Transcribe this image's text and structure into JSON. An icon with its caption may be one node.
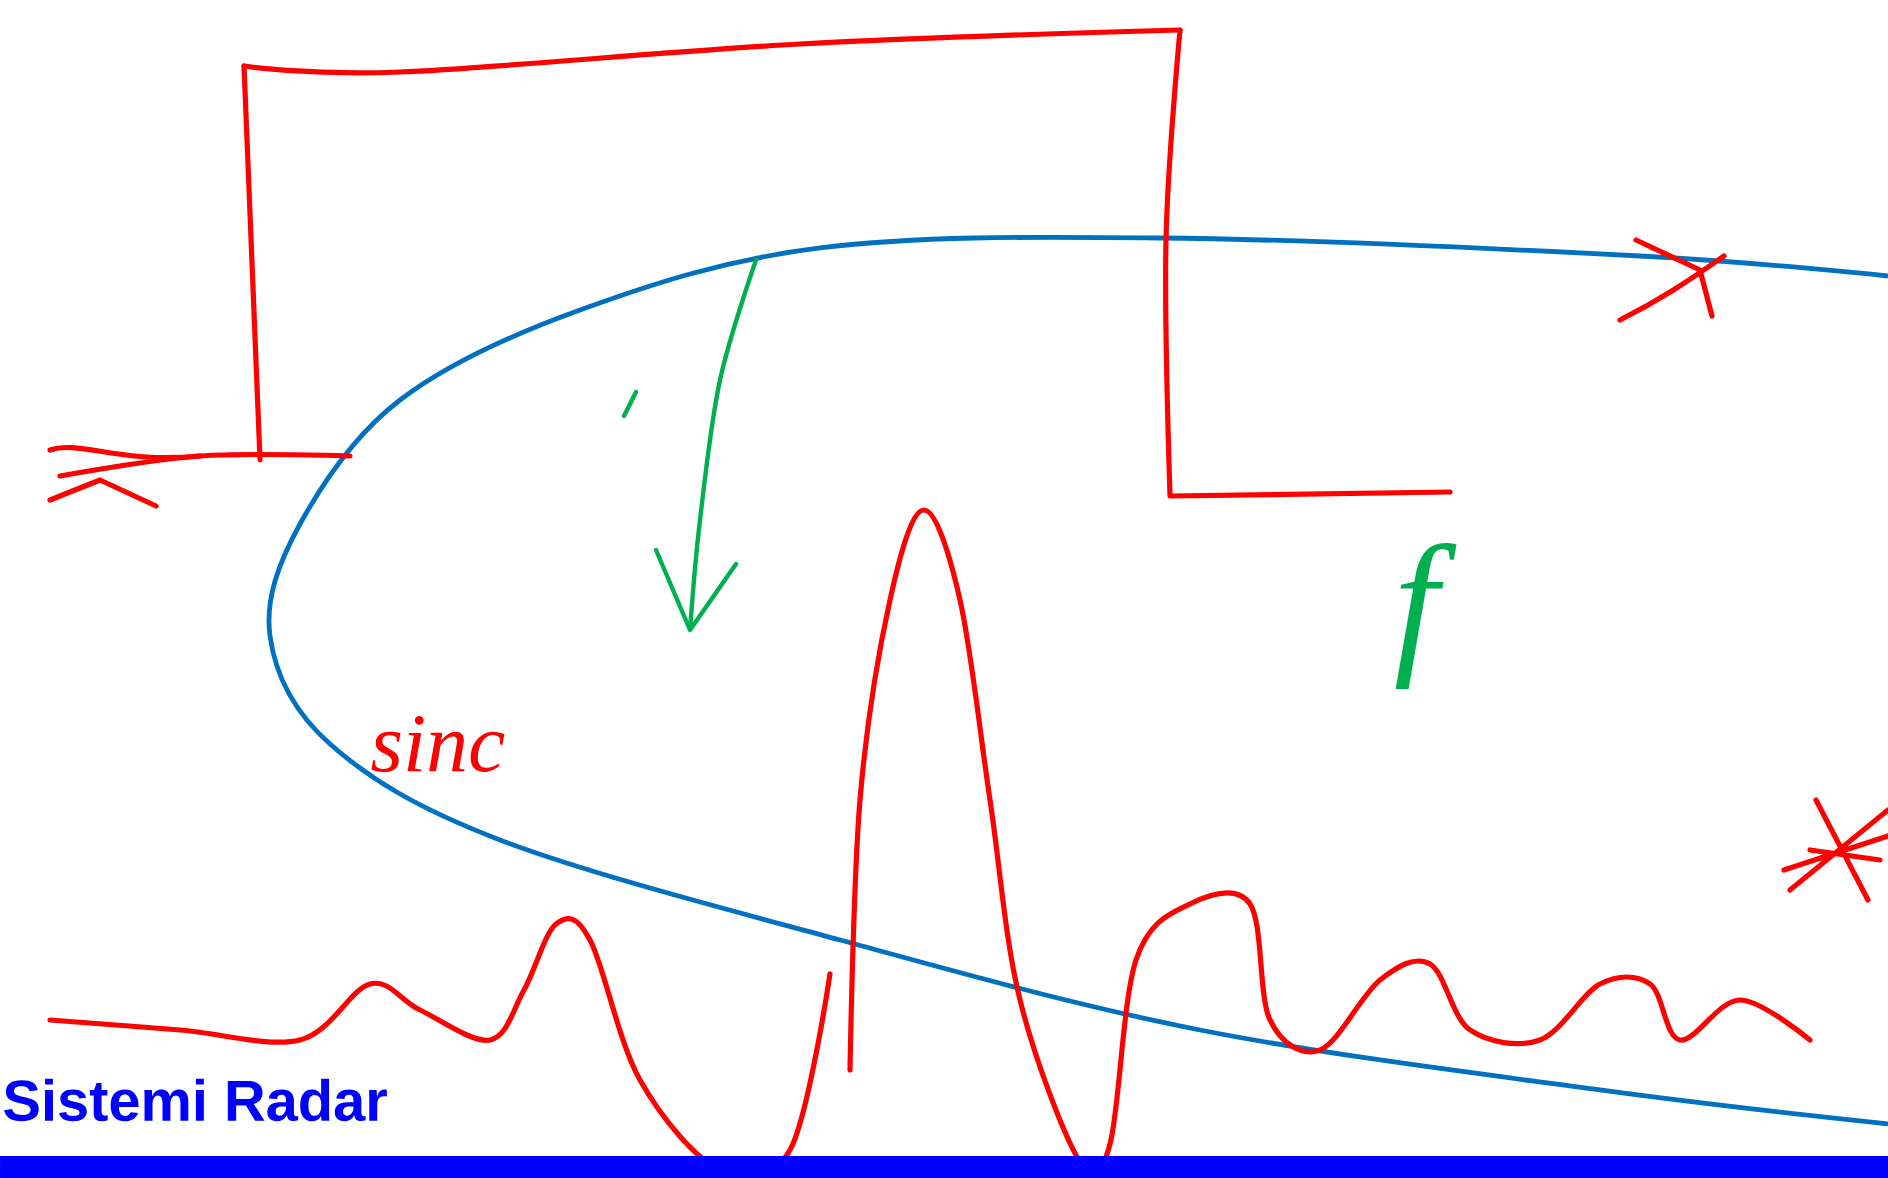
{
  "diagram": {
    "labels": [
      "sinc",
      "f",
      "Sistemi Radar"
    ]
  }
}
